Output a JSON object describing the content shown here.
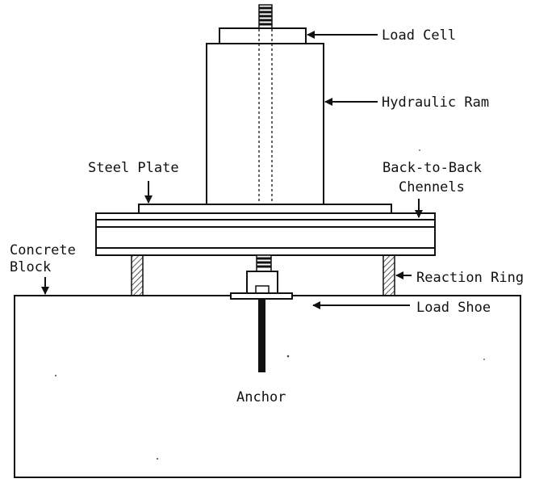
{
  "labels": {
    "load_cell": "Load Cell",
    "hydraulic_ram": "Hydraulic Ram",
    "steel_plate": "Steel Plate",
    "back_to_back_line1": "Back-to-Back",
    "back_to_back_line2": "Chennels",
    "concrete_block_line1": "Concrete",
    "concrete_block_line2": "Block",
    "reaction_ring": "Reaction Ring",
    "load_shoe": "Load Shoe",
    "anchor": "Anchor"
  }
}
